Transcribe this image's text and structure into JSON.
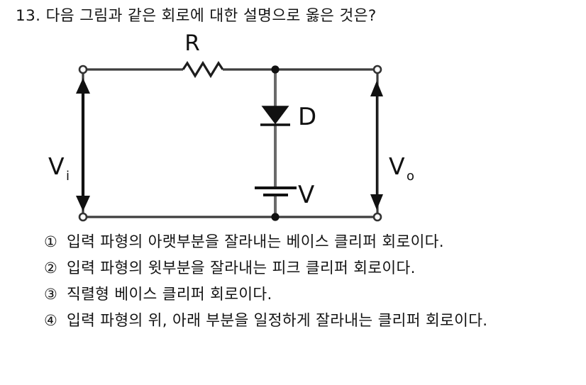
{
  "question": {
    "number": "13.",
    "text": "다음 그림과 같은 회로에 대한 설명으로 옳은 것은?"
  },
  "figure": {
    "name": "clipper-circuit-diagram",
    "labels": {
      "resistor": "R",
      "diode": "D",
      "battery": "V",
      "input_voltage": "V",
      "input_voltage_sub": "i",
      "output_voltage": "V",
      "output_voltage_sub": "o"
    },
    "colors": {
      "wire": "#3d3d3d",
      "component": "#111111",
      "arrow": "#111111",
      "terminal_fill": "#ffffff"
    }
  },
  "choices": [
    {
      "marker": "①",
      "text": "입력 파형의 아랫부분을 잘라내는 베이스 클리퍼 회로이다."
    },
    {
      "marker": "②",
      "text": "입력 파형의 윗부분을 잘라내는 피크 클리퍼 회로이다."
    },
    {
      "marker": "③",
      "text": "직렬형 베이스 클리퍼 회로이다."
    },
    {
      "marker": "④",
      "text": "입력 파형의 위, 아래 부분을 일정하게 잘라내는 클리퍼 회로이다."
    }
  ]
}
